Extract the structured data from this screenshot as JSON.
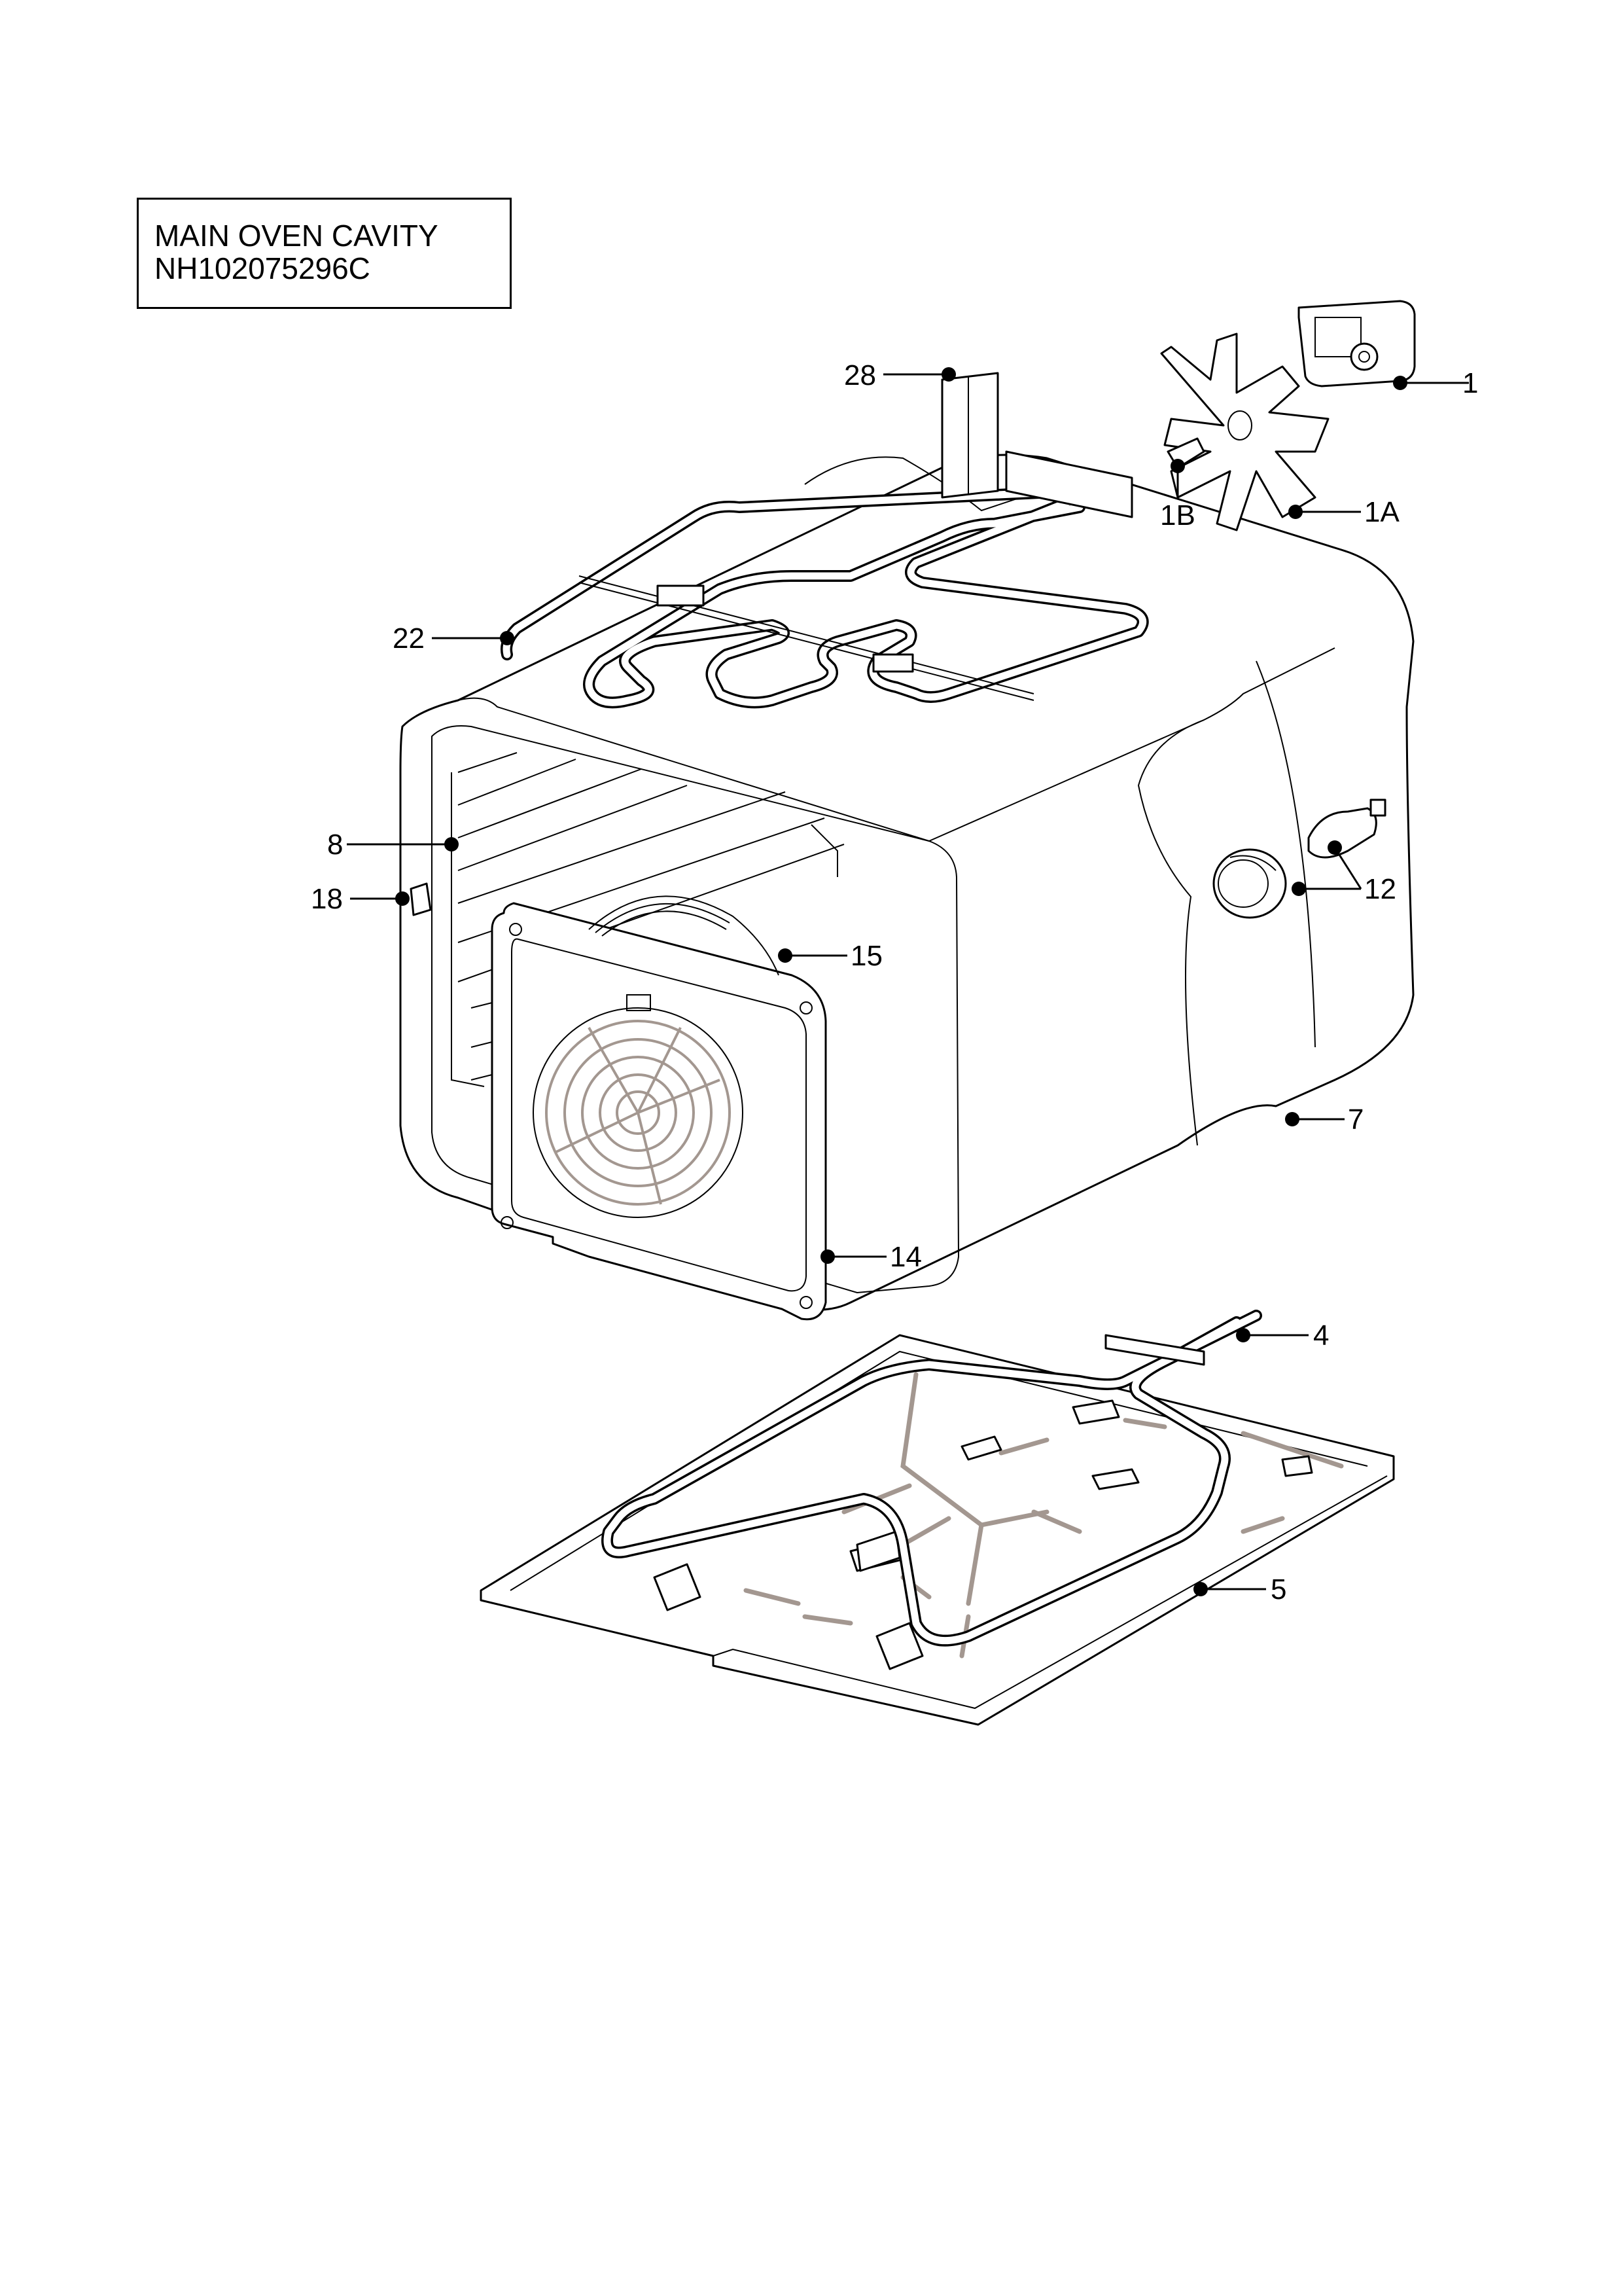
{
  "title": {
    "line1": "MAIN OVEN CAVITY",
    "line2": "NH102075296C"
  },
  "callouts": [
    {
      "id": "1",
      "label": "1"
    },
    {
      "id": "1a",
      "label": "1A"
    },
    {
      "id": "1b",
      "label": "1B"
    },
    {
      "id": "28",
      "label": "28"
    },
    {
      "id": "22",
      "label": "22"
    },
    {
      "id": "8",
      "label": "8"
    },
    {
      "id": "18",
      "label": "18"
    },
    {
      "id": "12",
      "label": "12"
    },
    {
      "id": "15",
      "label": "15"
    },
    {
      "id": "7",
      "label": "7"
    },
    {
      "id": "14",
      "label": "14"
    },
    {
      "id": "4",
      "label": "4"
    },
    {
      "id": "5",
      "label": "5"
    }
  ],
  "colors": {
    "line": "#000000",
    "accent_grey": "#a39790"
  }
}
